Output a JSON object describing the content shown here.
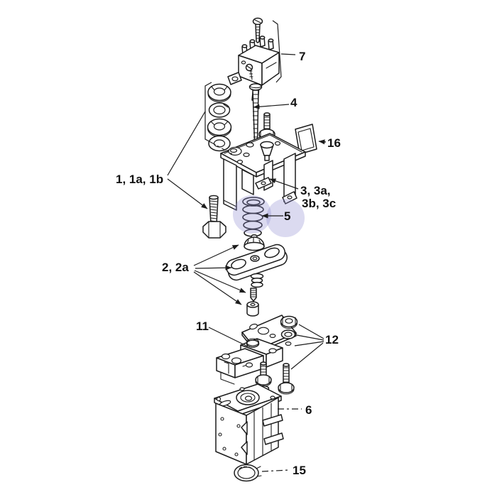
{
  "diagram": {
    "type": "exploded-parts-diagram",
    "subject": "contactor-solenoid-assembly",
    "background": "#ffffff",
    "line_color": "#1c1c1c",
    "highlight": {
      "color": "#8f8cd0",
      "opacity": "0.32",
      "shape": "two-overlapping-circles",
      "around_label": "5"
    },
    "labels": {
      "part7": "7",
      "part4": "4",
      "part16": "16",
      "group1": "1, 1a, 1b",
      "group3_line1": "3, 3a,",
      "group3_line2": "3b, 3c",
      "part5": "5",
      "group2": "2, 2a",
      "part11": "11",
      "part12": "12",
      "part6": "6",
      "part15": "15"
    }
  }
}
